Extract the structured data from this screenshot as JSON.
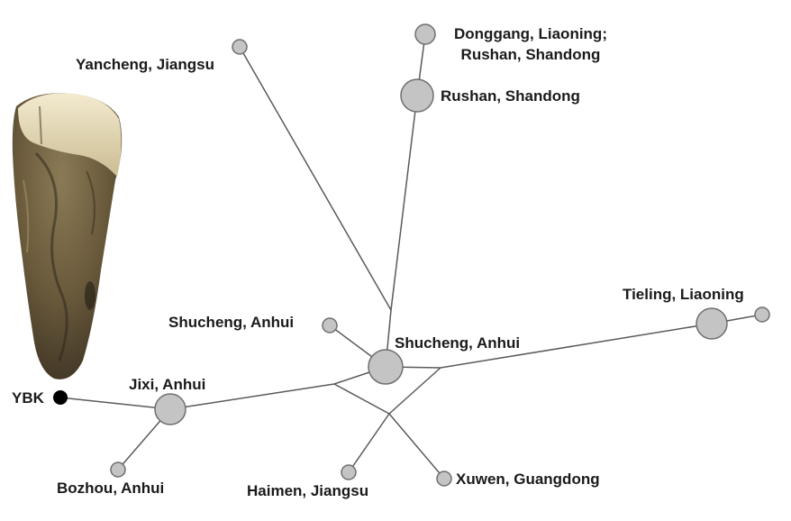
{
  "labels": {
    "yancheng": "Yancheng, Jiangsu",
    "donggang_line1": "Donggang, Liaoning;",
    "donggang_line2": "Rushan, Shandong",
    "rushan": "Rushan, Shandong",
    "tieling": "Tieling, Liaoning",
    "shucheng_small": "Shucheng, Anhui",
    "shucheng_hub": "Shucheng, Anhui",
    "jixi": "Jixi, Anhui",
    "ybk": "YBK",
    "bozhou": "Bozhou, Anhui",
    "haimen": "Haimen, Jiangsu",
    "xuwen": "Xuwen, Guangdong"
  },
  "colors": {
    "node_fill": "#c4c4c4",
    "node_stroke": "#6e6e6e",
    "edge": "#5a5a5a",
    "sample_node": "#000000"
  }
}
